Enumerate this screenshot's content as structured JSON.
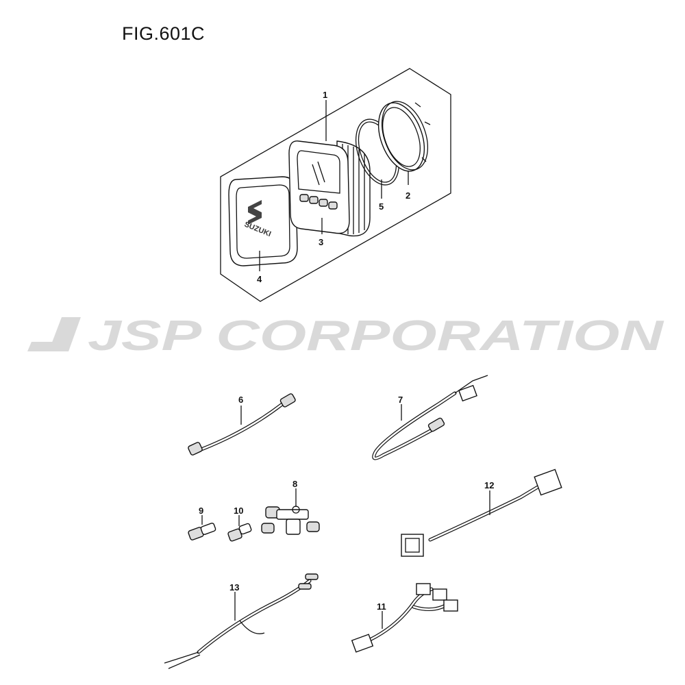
{
  "figure": {
    "title": "FIG.601C"
  },
  "watermark": {
    "text": "JSP CORPORATION",
    "color": "#d9d9d9"
  },
  "gauge": {
    "logo_text": "SUZUKI"
  },
  "callouts": [
    {
      "id": "1",
      "label": "1"
    },
    {
      "id": "2",
      "label": "2"
    },
    {
      "id": "3",
      "label": "3"
    },
    {
      "id": "4",
      "label": "4"
    },
    {
      "id": "5",
      "label": "5"
    },
    {
      "id": "6",
      "label": "6"
    },
    {
      "id": "7",
      "label": "7"
    },
    {
      "id": "8",
      "label": "8"
    },
    {
      "id": "9",
      "label": "9"
    },
    {
      "id": "10",
      "label": "10"
    },
    {
      "id": "11",
      "label": "11"
    },
    {
      "id": "12",
      "label": "12"
    },
    {
      "id": "13",
      "label": "13"
    }
  ]
}
